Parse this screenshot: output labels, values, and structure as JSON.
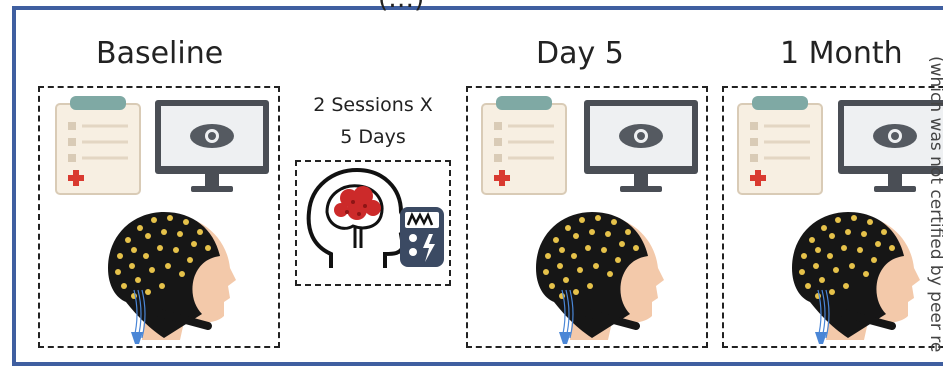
{
  "clipped_title": "(…)",
  "panels": {
    "baseline": {
      "label": "Baseline"
    },
    "day5": {
      "label": "Day 5"
    },
    "month1": {
      "label": "1 Month"
    }
  },
  "sessions": {
    "line1": "2 Sessions X",
    "line2": "5 Days"
  },
  "side_text": "(which was not certified by peer re",
  "colors": {
    "frame": "#3f5fa0",
    "clipboard_top": "#7fa9a4",
    "cross": "#d93a30",
    "brain": "#cc2a2a",
    "device": "#3b4a63",
    "eeg_cap": "#161616",
    "electrode": "#e6c24a",
    "skin": "#f3c9aa"
  }
}
